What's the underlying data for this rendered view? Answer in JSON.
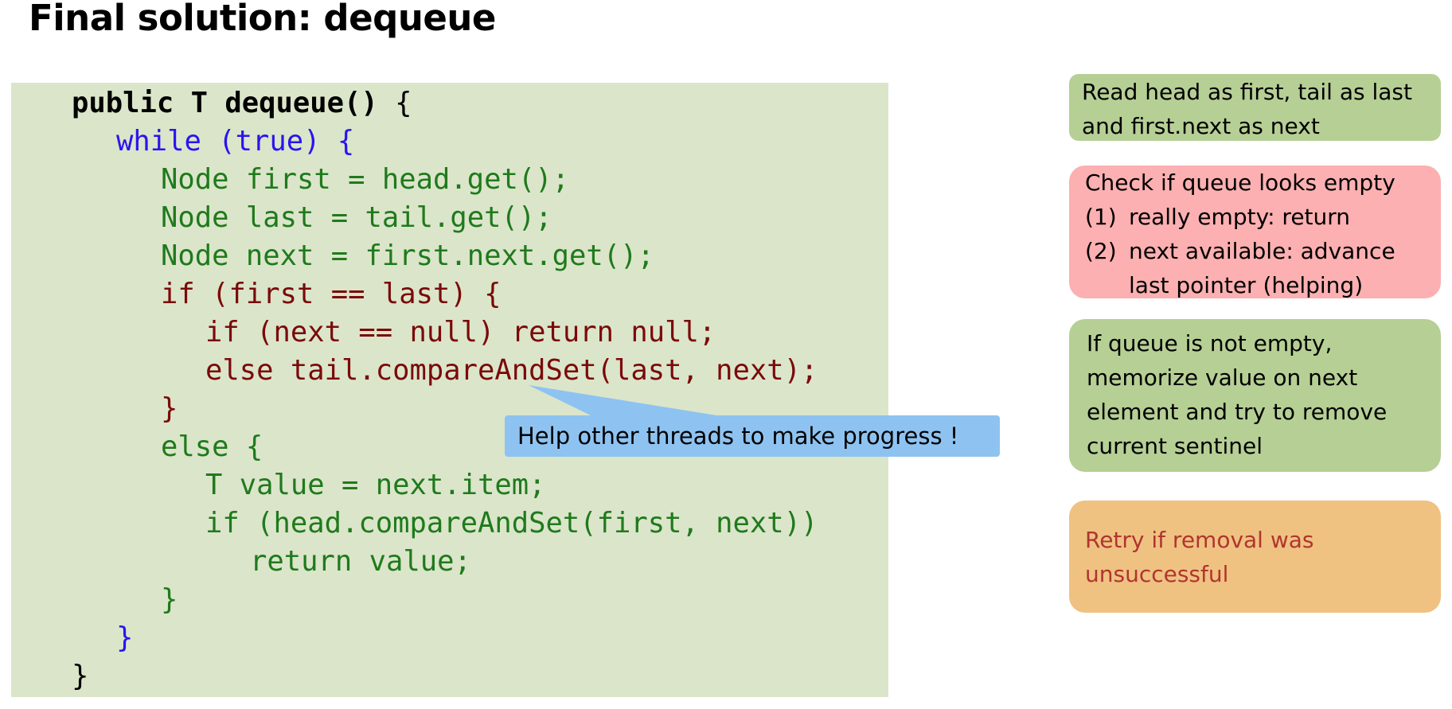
{
  "title": "Final solution: dequeue",
  "code": {
    "l1": "public T dequeue()",
    "l1b": " {",
    "l2": "while (true) {",
    "l3": "Node first = head.get();",
    "l4": "Node last = tail.get();",
    "l5": "Node next = first.next.get();",
    "l6": "if (first == last) {",
    "l7": "if (next == null) return null;",
    "l8": "else tail.compareAndSet(last, next);",
    "l9": "}",
    "l10": "else {",
    "l11": "T value = next.item;",
    "l12": "if (head.compareAndSet(first, next))",
    "l13": "return value;",
    "l14": "}",
    "l15": "}",
    "l16": "}"
  },
  "callout": "Help other threads to make progress !",
  "notes": {
    "n1": [
      "Read head as first, tail as last",
      "and first.next as next"
    ],
    "n2": {
      "line1": "Check if queue looks empty",
      "items": [
        {
          "num": "(1)",
          "text": "really empty: return"
        },
        {
          "num": "(2)",
          "text": "next available: advance"
        },
        {
          "num": "",
          "text": "last pointer (helping)"
        }
      ]
    },
    "n3": [
      "If queue is not empty,",
      "memorize value on next",
      "element and try to remove",
      "current sentinel"
    ],
    "n4": [
      "Retry if removal was",
      "unsuccessful"
    ]
  },
  "colors": {
    "code_bg": "#dbe5ca",
    "keyword_blue": "#2b14ef",
    "code_green": "#1f7a1c",
    "code_darkred": "#7a0a0a",
    "callout_bg": "#8ec3f1",
    "note_green": "#b6cf95",
    "note_pink": "#fcb0b1",
    "note_orange": "#efc282",
    "note_orange_text": "#b0352f"
  }
}
